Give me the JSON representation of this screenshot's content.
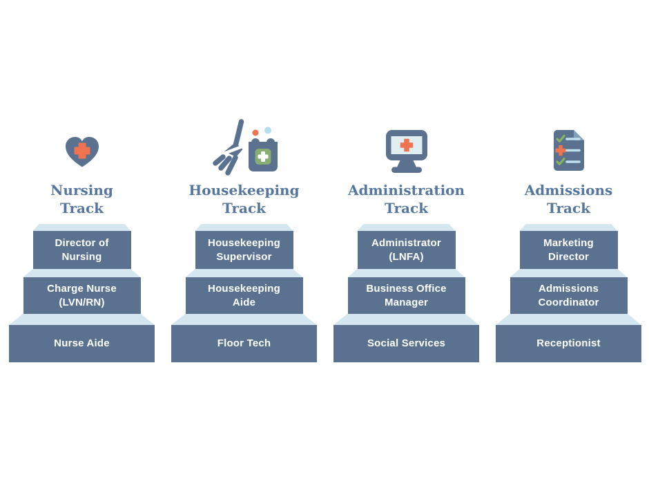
{
  "page": {
    "background": "#ffffff"
  },
  "colors": {
    "step_box": "#5a7290",
    "step_top_face": "#d4e7f1",
    "title_text": "#55779e",
    "step_label_text": "#ffffff",
    "accent_orange": "#ef7350",
    "accent_check_green": "#85b55f",
    "accent_sage_green": "#85ad74",
    "accent_light_blue": "#bfe0ee"
  },
  "tracks": [
    {
      "id": "nursing",
      "icon": "heart-medical-icon",
      "title": "Nursing\nTrack",
      "steps": [
        "Director of\nNursing",
        "Charge Nurse\n(LVN/RN)",
        "Nurse Aide"
      ]
    },
    {
      "id": "housekeeping",
      "icon": "broom-trash-bin-icon",
      "title": "Housekeeping\nTrack",
      "steps": [
        "Housekeeping\nSupervisor",
        "Housekeeping\nAide",
        "Floor Tech"
      ]
    },
    {
      "id": "administration",
      "icon": "computer-monitor-medical-icon",
      "title": "Administration\nTrack",
      "steps": [
        "Administrator\n(LNFA)",
        "Business Office\nManager",
        "Social Services"
      ]
    },
    {
      "id": "admissions",
      "icon": "checklist-document-icon",
      "title": "Admissions\nTrack",
      "steps": [
        "Marketing\nDirector",
        "Admissions\nCoordinator",
        "Receptionist"
      ]
    }
  ]
}
